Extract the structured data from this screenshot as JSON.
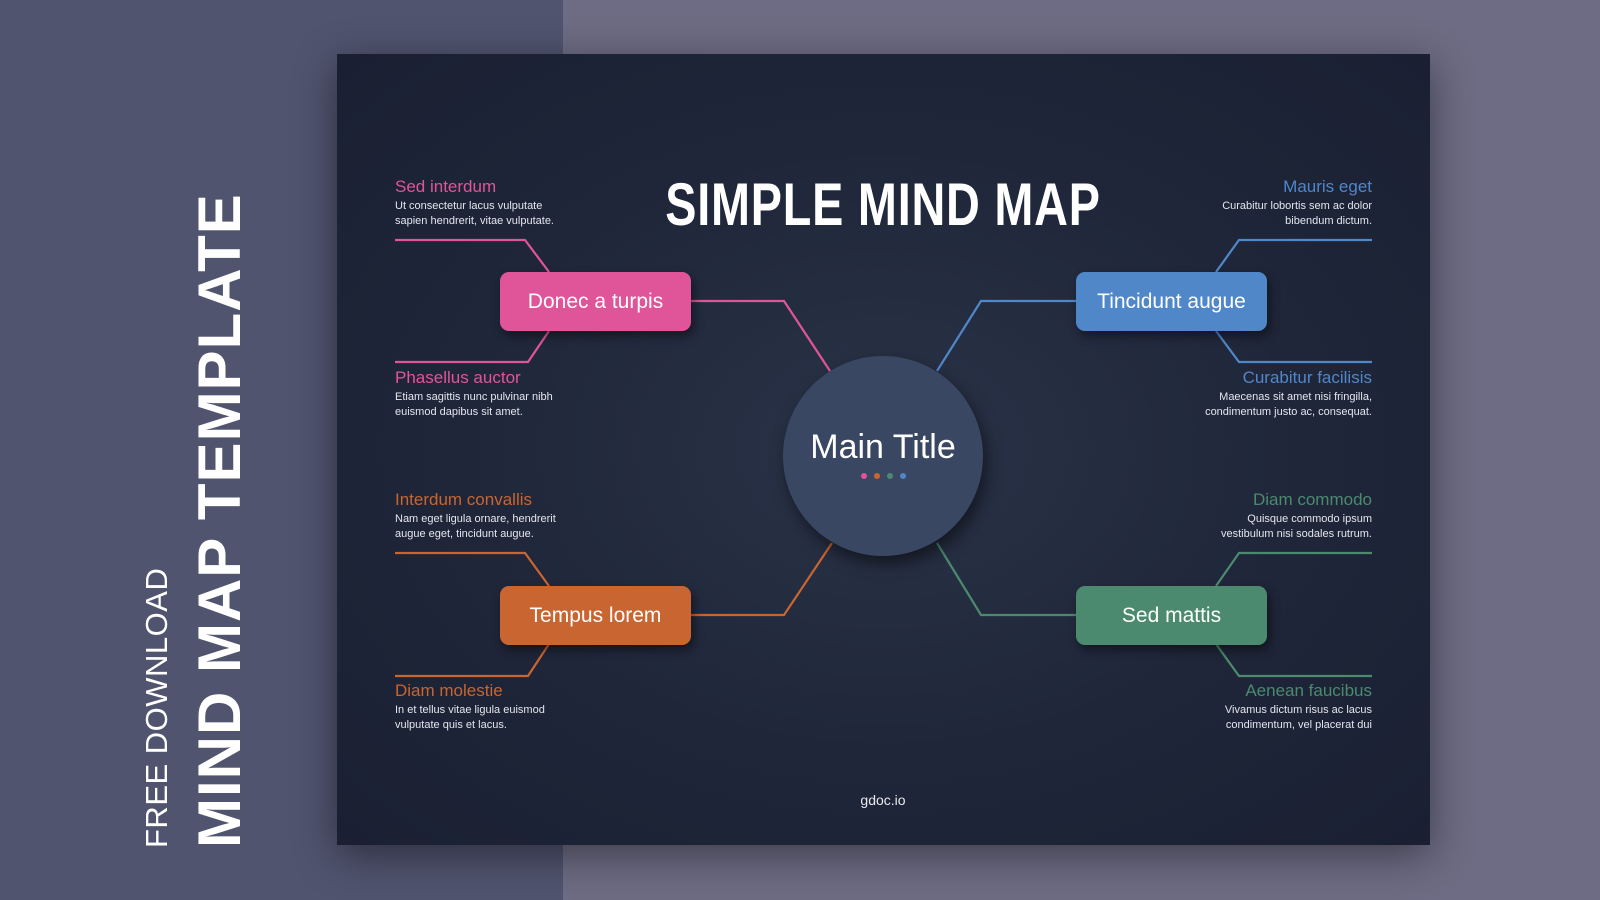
{
  "side": {
    "main": "MIND MAP TEMPLATE",
    "sub": "FREE DOWNLOAD"
  },
  "title": "SIMPLE MIND MAP",
  "center": {
    "label": "Main Title"
  },
  "colors": {
    "pink": "#e0559a",
    "blue": "#4f87c9",
    "orange": "#c96531",
    "green": "#4b8a6e"
  },
  "branches": {
    "pink": {
      "label": "Donec a turpis",
      "top": {
        "title": "Sed interdum",
        "line1": "Ut consectetur lacus vulputate",
        "line2": "sapien hendrerit, vitae vulputate."
      },
      "bottom": {
        "title": "Phasellus auctor",
        "line1": "Etiam sagittis nunc pulvinar nibh",
        "line2": "euismod dapibus sit amet."
      }
    },
    "blue": {
      "label": "Tincidunt augue",
      "top": {
        "title": "Mauris eget",
        "line1": "Curabitur lobortis sem ac dolor",
        "line2": "bibendum dictum."
      },
      "bottom": {
        "title": "Curabitur facilisis",
        "line1": "Maecenas sit amet nisi fringilla,",
        "line2": "condimentum justo ac, consequat."
      }
    },
    "orange": {
      "label": "Tempus lorem",
      "top": {
        "title": "Interdum convallis",
        "line1": "Nam eget ligula ornare, hendrerit",
        "line2": "augue eget, tincidunt augue."
      },
      "bottom": {
        "title": "Diam molestie",
        "line1": "In et tellus vitae ligula euismod",
        "line2": "vulputate quis et lacus."
      }
    },
    "green": {
      "label": "Sed mattis",
      "top": {
        "title": "Diam commodo",
        "line1": "Quisque commodo ipsum",
        "line2": "vestibulum nisi sodales rutrum."
      },
      "bottom": {
        "title": "Aenean faucibus",
        "line1": "Vivamus dictum risus ac lacus",
        "line2": "condimentum, vel placerat dui"
      }
    }
  },
  "footer": "gdoc.io"
}
